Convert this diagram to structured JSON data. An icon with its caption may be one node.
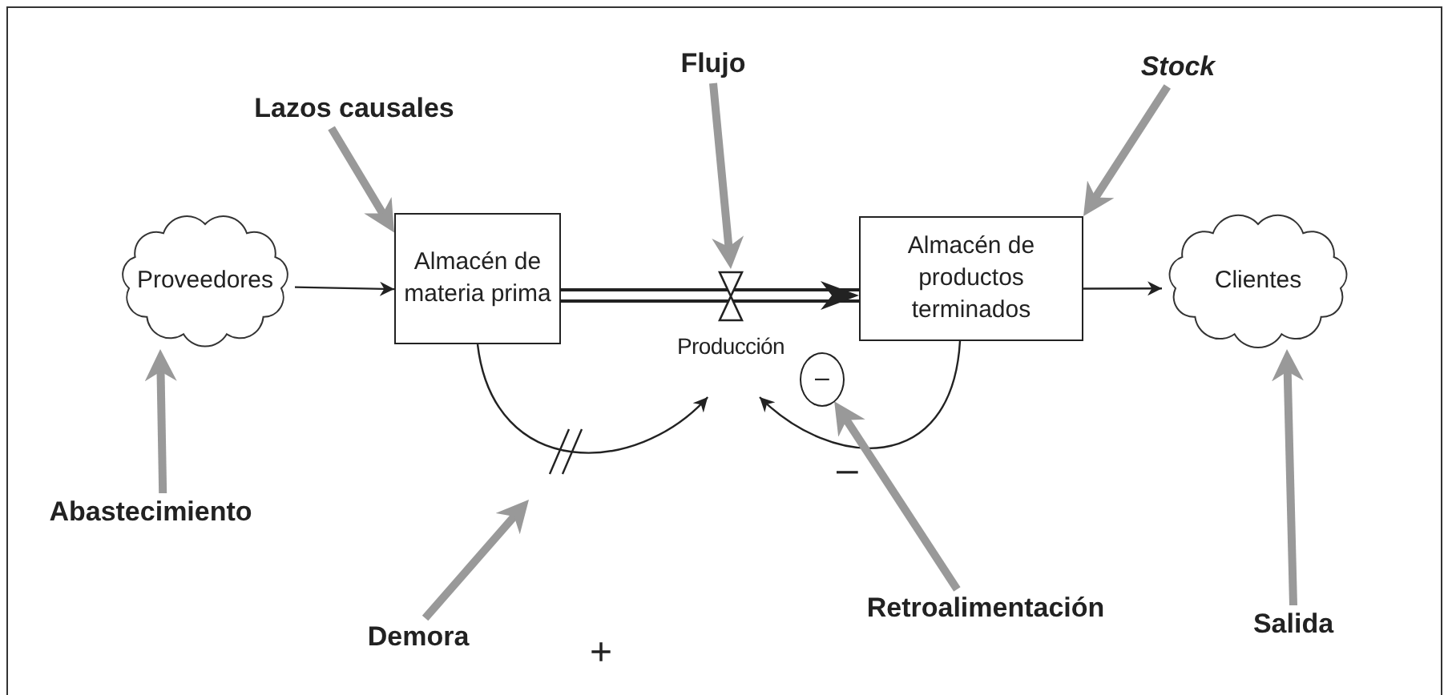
{
  "diagram": {
    "nodes": [
      {
        "text": [
          "Proveedores"
        ]
      },
      {
        "text": [
          "Almacén de materia prima"
        ]
      },
      {
        "text": [
          "Producción"
        ]
      },
      {
        "text": [
          "Almacén de productos terminados"
        ]
      },
      {
        "text": [
          "Clientes"
        ]
      },
      {
        "text": [
          "–"
        ]
      },
      {
        "text": [
          "Lazos causales"
        ]
      },
      {
        "text": [
          "Flujo"
        ]
      },
      {
        "text": [
          "*Stock*"
        ]
      },
      {
        "text": [
          "Abastecimiento"
        ]
      },
      {
        "text": [
          "Demora"
        ]
      },
      {
        "text": [
          "Retroalimentación"
        ]
      },
      {
        "text": [
          "Salida"
        ]
      }
    ],
    "edges": [
      {
        "from": 0,
        "to": 1,
        "arrow": "to",
        "color": "#222222"
      },
      {
        "from": 1,
        "to": 3,
        "arrow": "to",
        "color": "#222222"
      },
      {
        "from": 3,
        "to": 4,
        "arrow": "to",
        "color": "#222222"
      },
      {
        "from": 1,
        "to": 2,
        "arrow": "to",
        "label": "+",
        "color": "#222222"
      },
      {
        "from": 3,
        "to": 2,
        "arrow": "to",
        "label": "–",
        "color": "#222222"
      },
      {
        "from": 6,
        "to": 1,
        "arrow": "to"
      },
      {
        "from": 7,
        "to": 2,
        "arrow": "to"
      },
      {
        "from": 8,
        "to": 3,
        "arrow": "to"
      },
      {
        "from": 9,
        "to": 0,
        "arrow": "to"
      },
      {
        "from": 10,
        "to": null,
        "arrow": "to"
      },
      {
        "from": 11,
        "to": 5,
        "arrow": "to"
      },
      {
        "from": 12,
        "to": 4,
        "arrow": "to"
      }
    ]
  }
}
